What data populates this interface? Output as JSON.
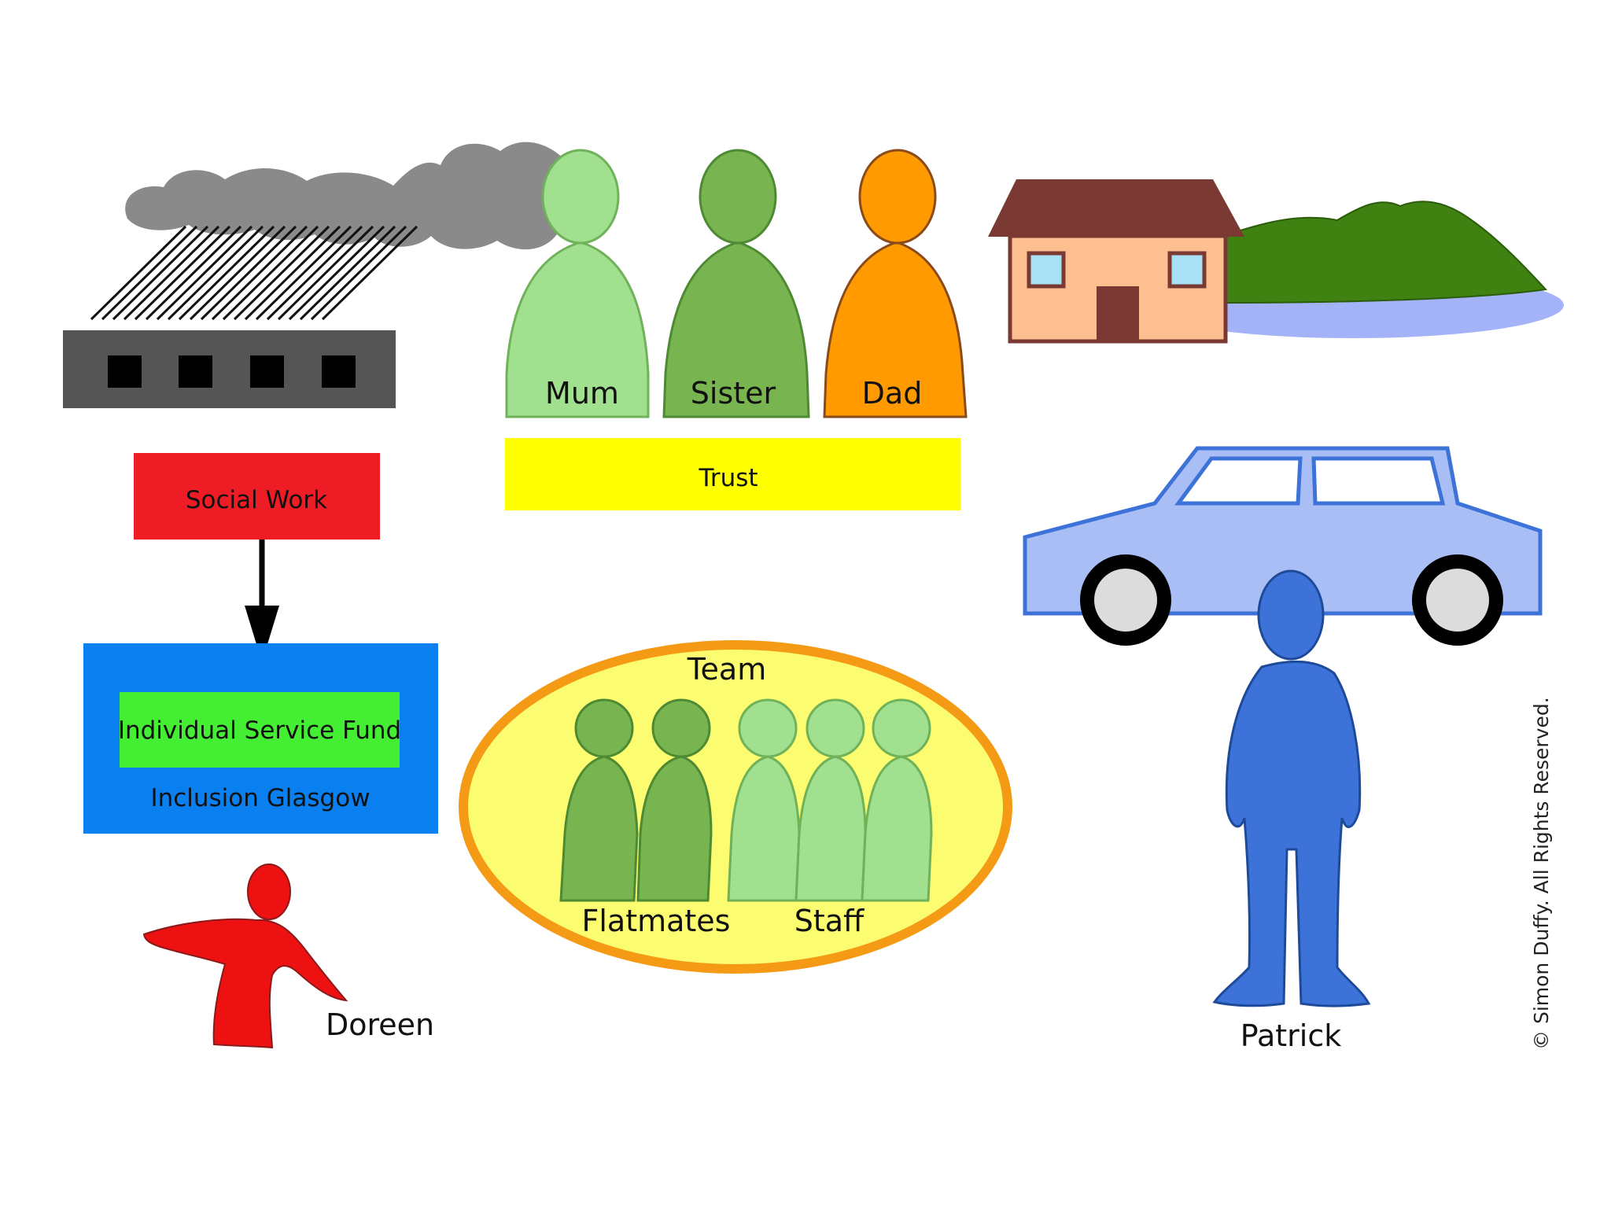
{
  "family": {
    "mum": "Mum",
    "sister": "Sister",
    "dad": "Dad",
    "trust": "Trust"
  },
  "agency": {
    "social_work": "Social Work",
    "isf": "Individual Service Fund",
    "inclusion_glasgow": "Inclusion Glasgow"
  },
  "team": {
    "title": "Team",
    "flatmates": "Flatmates",
    "staff": "Staff"
  },
  "people": {
    "doreen": "Doreen",
    "patrick": "Patrick"
  },
  "copyright": "© Simon Duffy. All Rights Reserved.",
  "icons": [
    "factory-icon",
    "smoke-cloud-icon",
    "house-icon",
    "hills-icon",
    "lake-icon",
    "car-icon",
    "person-icon",
    "arrow-down-icon"
  ],
  "colors": {
    "mum": "#a0e08e",
    "sister": "#78b550",
    "dad": "#ff9b00",
    "trust": "#ffff00",
    "social_work": "#ee1c24",
    "inclusion_glasgow": "#0a7ff0",
    "isf": "#44ee33",
    "team_fill": "#fcfc70",
    "team_border": "#f49a14",
    "doreen": "#ee1111",
    "patrick": "#3d73d8",
    "car": "#a9bef5",
    "house_wall": "#fdbf8f",
    "roof": "#7a3a33",
    "hill": "#408212",
    "lake": "#a4b3f7",
    "factory": "#555555",
    "smoke": "#8a8a8a"
  }
}
